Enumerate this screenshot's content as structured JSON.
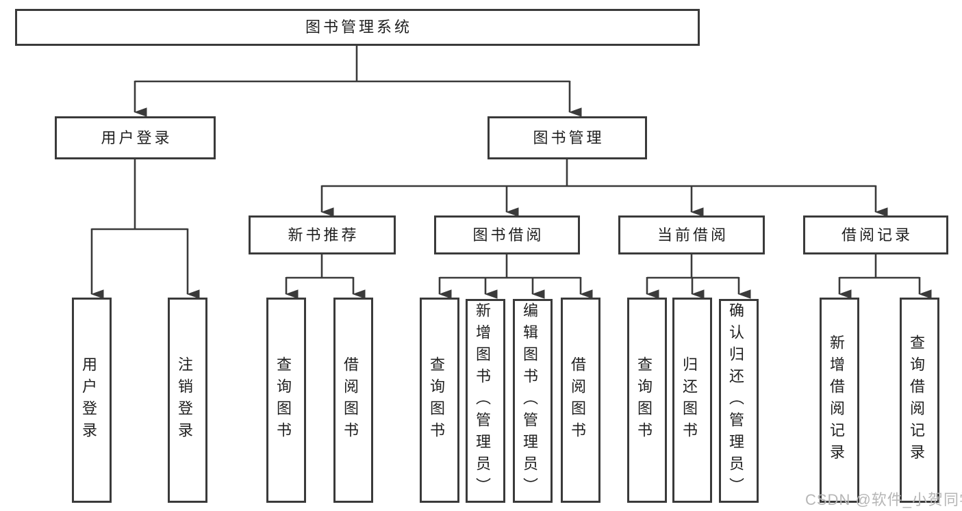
{
  "diagram": {
    "root": {
      "label": "图书管理系统"
    },
    "level1": [
      {
        "label": "用户登录"
      },
      {
        "label": "图书管理"
      }
    ],
    "level2": [
      {
        "label": "新书推荐",
        "parent": "图书管理"
      },
      {
        "label": "图书借阅",
        "parent": "图书管理"
      },
      {
        "label": "当前借阅",
        "parent": "图书管理"
      },
      {
        "label": "借阅记录",
        "parent": "图书管理"
      }
    ],
    "leaves": [
      {
        "label": "用户登录",
        "parent": "用户登录"
      },
      {
        "label": "注销登录",
        "parent": "用户登录"
      },
      {
        "label": "查询图书",
        "parent": "新书推荐"
      },
      {
        "label": "借阅图书",
        "parent": "新书推荐"
      },
      {
        "label": "查询图书",
        "parent": "图书借阅"
      },
      {
        "label": "新增图书（管理员）",
        "parent": "图书借阅"
      },
      {
        "label": "编辑图书（管理员）",
        "parent": "图书借阅"
      },
      {
        "label": "借阅图书",
        "parent": "图书借阅"
      },
      {
        "label": "查询图书",
        "parent": "当前借阅"
      },
      {
        "label": "归还图书",
        "parent": "当前借阅"
      },
      {
        "label": "确认归还（管理员）",
        "parent": "当前借阅"
      },
      {
        "label": "新增借阅记录",
        "parent": "借阅记录"
      },
      {
        "label": "查询借阅记录",
        "parent": "借阅记录"
      }
    ]
  },
  "watermark": {
    "text": "CSDN @软件_小贺同学"
  },
  "colors": {
    "line": "#3a3a3a",
    "border": "#3a3a3a",
    "text": "#1f1f1f",
    "watermark": "#b6b6b6",
    "background": "#ffffff"
  }
}
